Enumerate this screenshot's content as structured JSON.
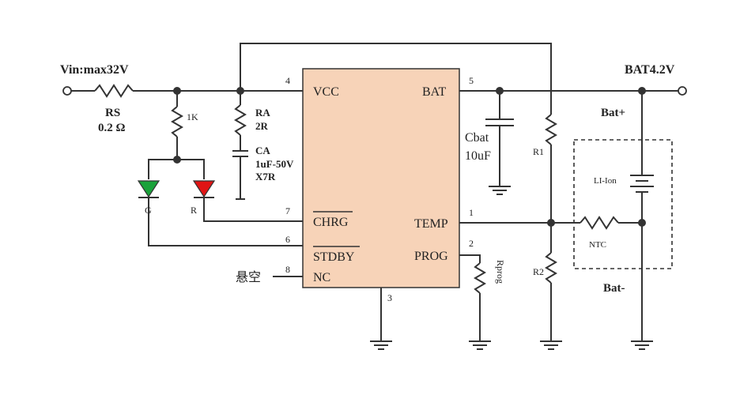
{
  "colors": {
    "ic_fill": "#f7d3b8",
    "wire": "#333333",
    "led_green": "#1aa23a",
    "led_red": "#e01515"
  },
  "input": {
    "label": "Vin:max32V"
  },
  "output": {
    "label": "BAT4.2V"
  },
  "rs": {
    "name": "RS",
    "value": "0.2 Ω"
  },
  "r1k": {
    "label": "1K"
  },
  "ra": {
    "name": "RA",
    "value": "2R"
  },
  "ca": {
    "name": "CA",
    "spec": "1uF-50V",
    "dielectric": "X7R"
  },
  "leds": {
    "green_label": "G",
    "red_label": "R"
  },
  "nc_label": "悬空",
  "ic": {
    "pins_left": [
      {
        "num": "4",
        "name": "VCC"
      },
      {
        "num": "7",
        "name": "CHRG"
      },
      {
        "num": "6",
        "name": "STDBY"
      },
      {
        "num": "8",
        "name": "NC"
      }
    ],
    "pins_right": [
      {
        "num": "5",
        "name": "BAT"
      },
      {
        "num": "1",
        "name": "TEMP"
      },
      {
        "num": "2",
        "name": "PROG"
      }
    ],
    "pin_bottom": {
      "num": "3"
    }
  },
  "cbat": {
    "name": "Cbat",
    "value": "10uF"
  },
  "r1": {
    "label": "R1"
  },
  "r2": {
    "label": "R2"
  },
  "rprog": {
    "label": "Rprog"
  },
  "battery": {
    "plus": "Bat+",
    "minus": "Bat-",
    "type": "LI-Ion"
  },
  "ntc": {
    "label": "NTC"
  }
}
